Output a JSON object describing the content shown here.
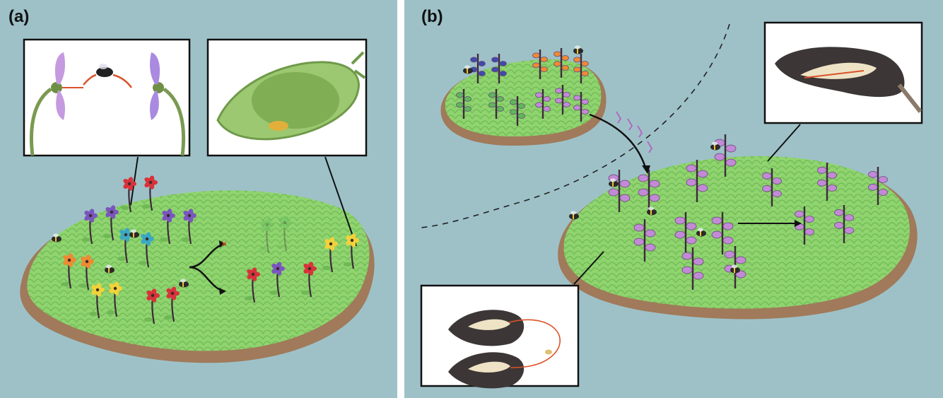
{
  "panels": [
    {
      "id": "a",
      "label": "(a)"
    },
    {
      "id": "b",
      "label": "(b)"
    }
  ],
  "colors": {
    "water": "#9ec1c8",
    "grass": "#8fd46f",
    "grass_dark": "#6fb856",
    "soil": "#a07a5a",
    "arrow_red": "#d9532a",
    "stem": "#3d2a3a",
    "flower_purple": "#c28ad6",
    "flower_red": "#d8323a",
    "flower_yellow": "#f2d23a",
    "flower_orange": "#ef8a33",
    "flower_blue": "#3aa8c4",
    "flower_violet": "#7a55c0",
    "flower_green": "#5db85a",
    "dark_blue": "#404aa8",
    "seed_dark": "#3c3636"
  },
  "icons": [
    "bee-icon",
    "flower-icon",
    "seed-capsule-icon",
    "arrow-icon",
    "wind-icon"
  ]
}
